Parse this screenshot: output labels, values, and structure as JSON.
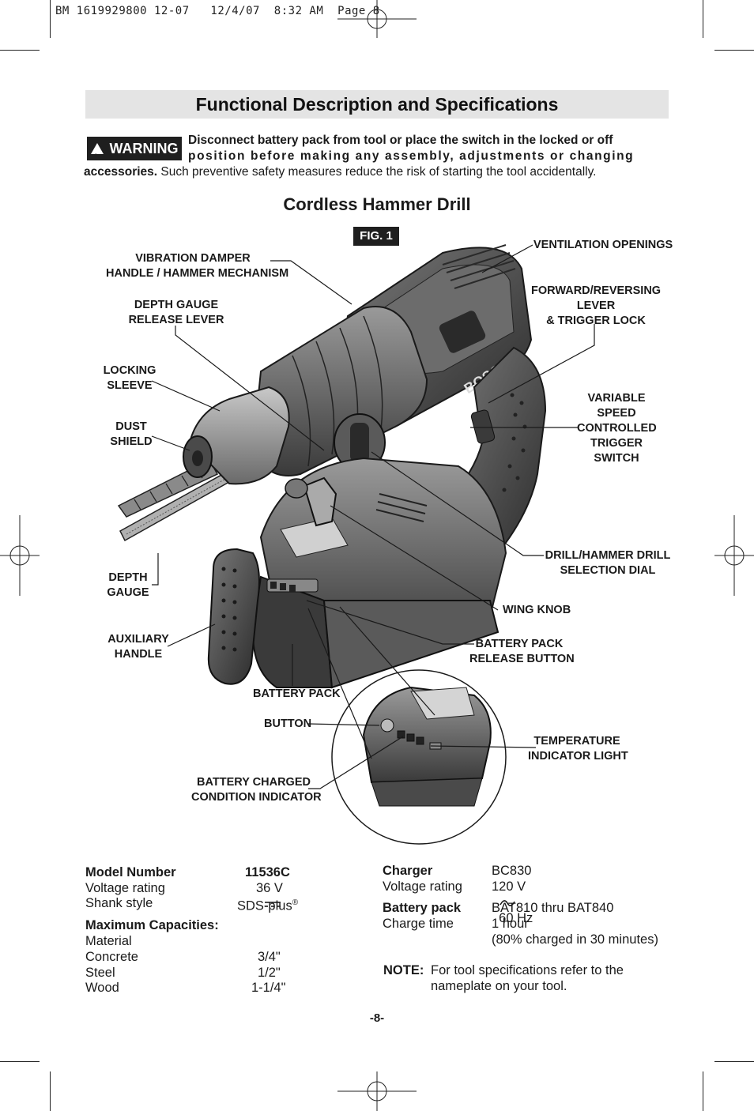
{
  "print_header": "BM 1619929800 12-07   12/4/07  8:32 AM  Page 8",
  "title": "Functional Description and Specifications",
  "warning": {
    "badge": "WARNING",
    "line1": "Disconnect battery pack from tool or place the switch in the locked or off",
    "line2": "position before making any assembly, adjustments or changing",
    "line3_bold": "accessories.",
    "line3_rest": " Such preventive safety measures reduce the risk of starting the tool accidentally."
  },
  "section_title": "Cordless Hammer Drill",
  "figure": {
    "badge": "FIG. 1",
    "brand_on_tool": "BOSCH",
    "labels": {
      "vibration_damper": "VIBRATION DAMPER\nHANDLE / HAMMER MECHANISM",
      "depth_gauge_release": "DEPTH GAUGE\nRELEASE LEVER",
      "locking_sleeve": "LOCKING\nSLEEVE",
      "dust_shield": "DUST\nSHIELD",
      "depth_gauge": "DEPTH\nGAUGE",
      "auxiliary_handle": "AUXILIARY\nHANDLE",
      "battery_pack": "BATTERY PACK",
      "button": "BUTTON",
      "battery_charged": "BATTERY CHARGED\nCONDITION INDICATOR",
      "ventilation": "VENTILATION OPENINGS",
      "forward_reversing": "FORWARD/REVERSING\nLEVER\n& TRIGGER LOCK",
      "variable_speed": "VARIABLE\nSPEED\nCONTROLLED\nTRIGGER\nSWITCH",
      "selection_dial": "DRILL/HAMMER DRILL\nSELECTION DIAL",
      "wing_knob": "WING KNOB",
      "battery_release": "BATTERY PACK\nRELEASE BUTTON",
      "temperature": "TEMPERATURE\nINDICATOR LIGHT"
    }
  },
  "specs_left": {
    "model_label": "Model Number",
    "model_value": "11536C",
    "voltage_label": "Voltage rating",
    "voltage_value": "36 V",
    "shank_label": "Shank style",
    "shank_value": "SDS-plus",
    "shank_reg": "®",
    "capacities_heading": "Maximum Capacities:",
    "material_label": "Material",
    "rows": [
      {
        "label": "Concrete",
        "value": "3/4\""
      },
      {
        "label": "Steel",
        "value": "1/2\""
      },
      {
        "label": "Wood",
        "value": "1-1/4\""
      }
    ]
  },
  "specs_right": {
    "charger_label": "Charger",
    "charger_value": "BC830",
    "voltage_label": "Voltage rating",
    "voltage_value_a": "120 V",
    "voltage_value_b": "60 Hz",
    "battery_label": "Battery pack",
    "battery_value": "BAT810 thru BAT840",
    "charge_label": "Charge time",
    "charge_value": "1 hour",
    "charge_note": "(80% charged in 30 minutes)",
    "note_label": "NOTE:",
    "note_line1": "For tool specifications refer to the",
    "note_line2": "nameplate on your tool."
  },
  "page_number": "-8-"
}
